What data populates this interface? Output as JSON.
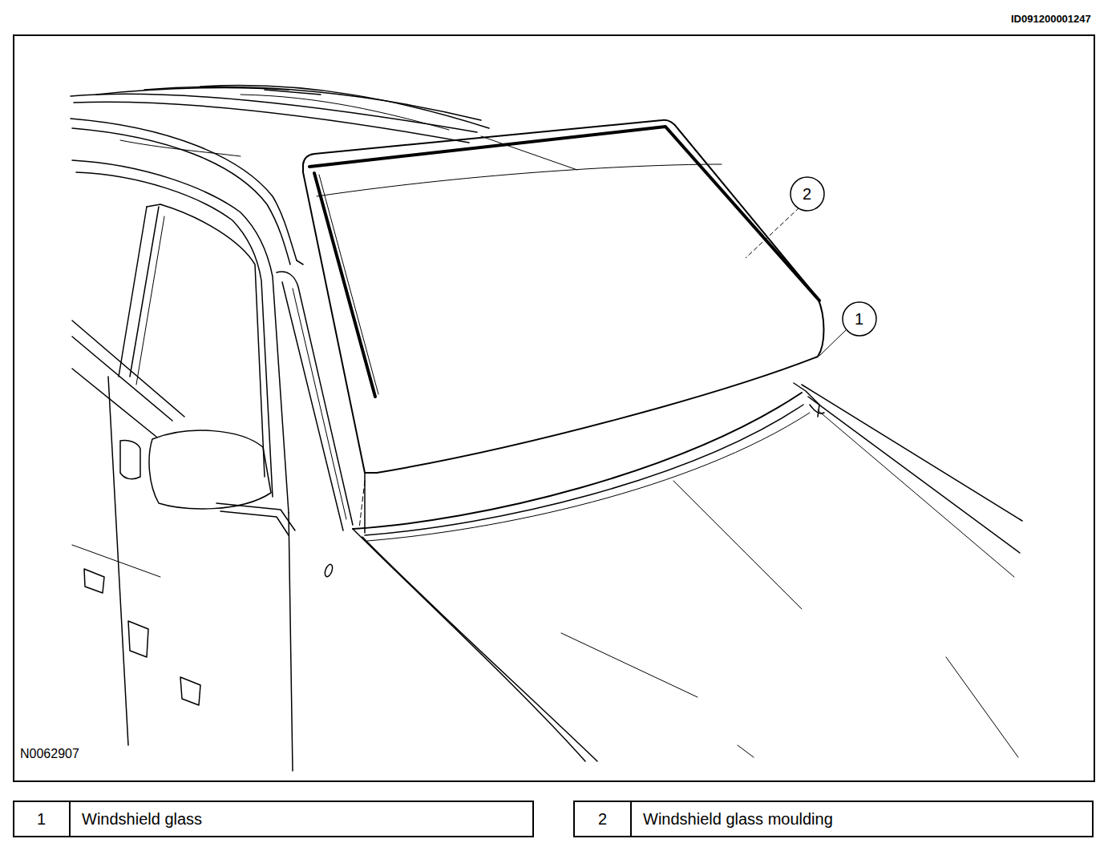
{
  "diagram": {
    "labels": [
      "ID091200001247",
      "2",
      "1",
      "N0062907",
      "1",
      "Windshield glass",
      "2",
      "Windshield glass moulding"
    ]
  }
}
